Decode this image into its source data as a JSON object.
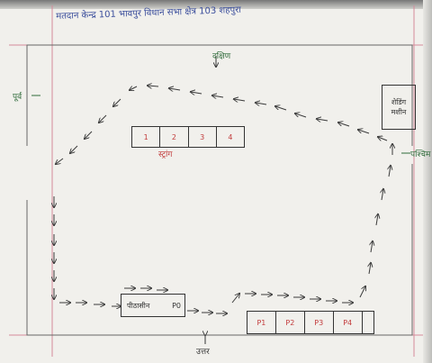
{
  "header": "मतदान केन्द्र 101 भावपुर विधान सभा क्षेत्र 103 शहपुरा",
  "directions": {
    "north": "उत्तर",
    "south": "दक्षिण",
    "east": "पूर्व",
    "west": "पश्चिम"
  },
  "rooms": {
    "top_label": "स्ट्रांग",
    "top_cells": [
      "1",
      "2",
      "3",
      "4"
    ],
    "left_box": "पीठासीन",
    "left_code": "P0",
    "right_cells": [
      "P1",
      "P2",
      "P3",
      "P4"
    ],
    "corner_box": [
      "शेडिंग",
      "मशीन"
    ]
  },
  "colors": {
    "arrows": "#3a3a3a",
    "margin": "#d58a9a",
    "red_text": "#c23b3b",
    "green_text": "#2f6b3a"
  }
}
